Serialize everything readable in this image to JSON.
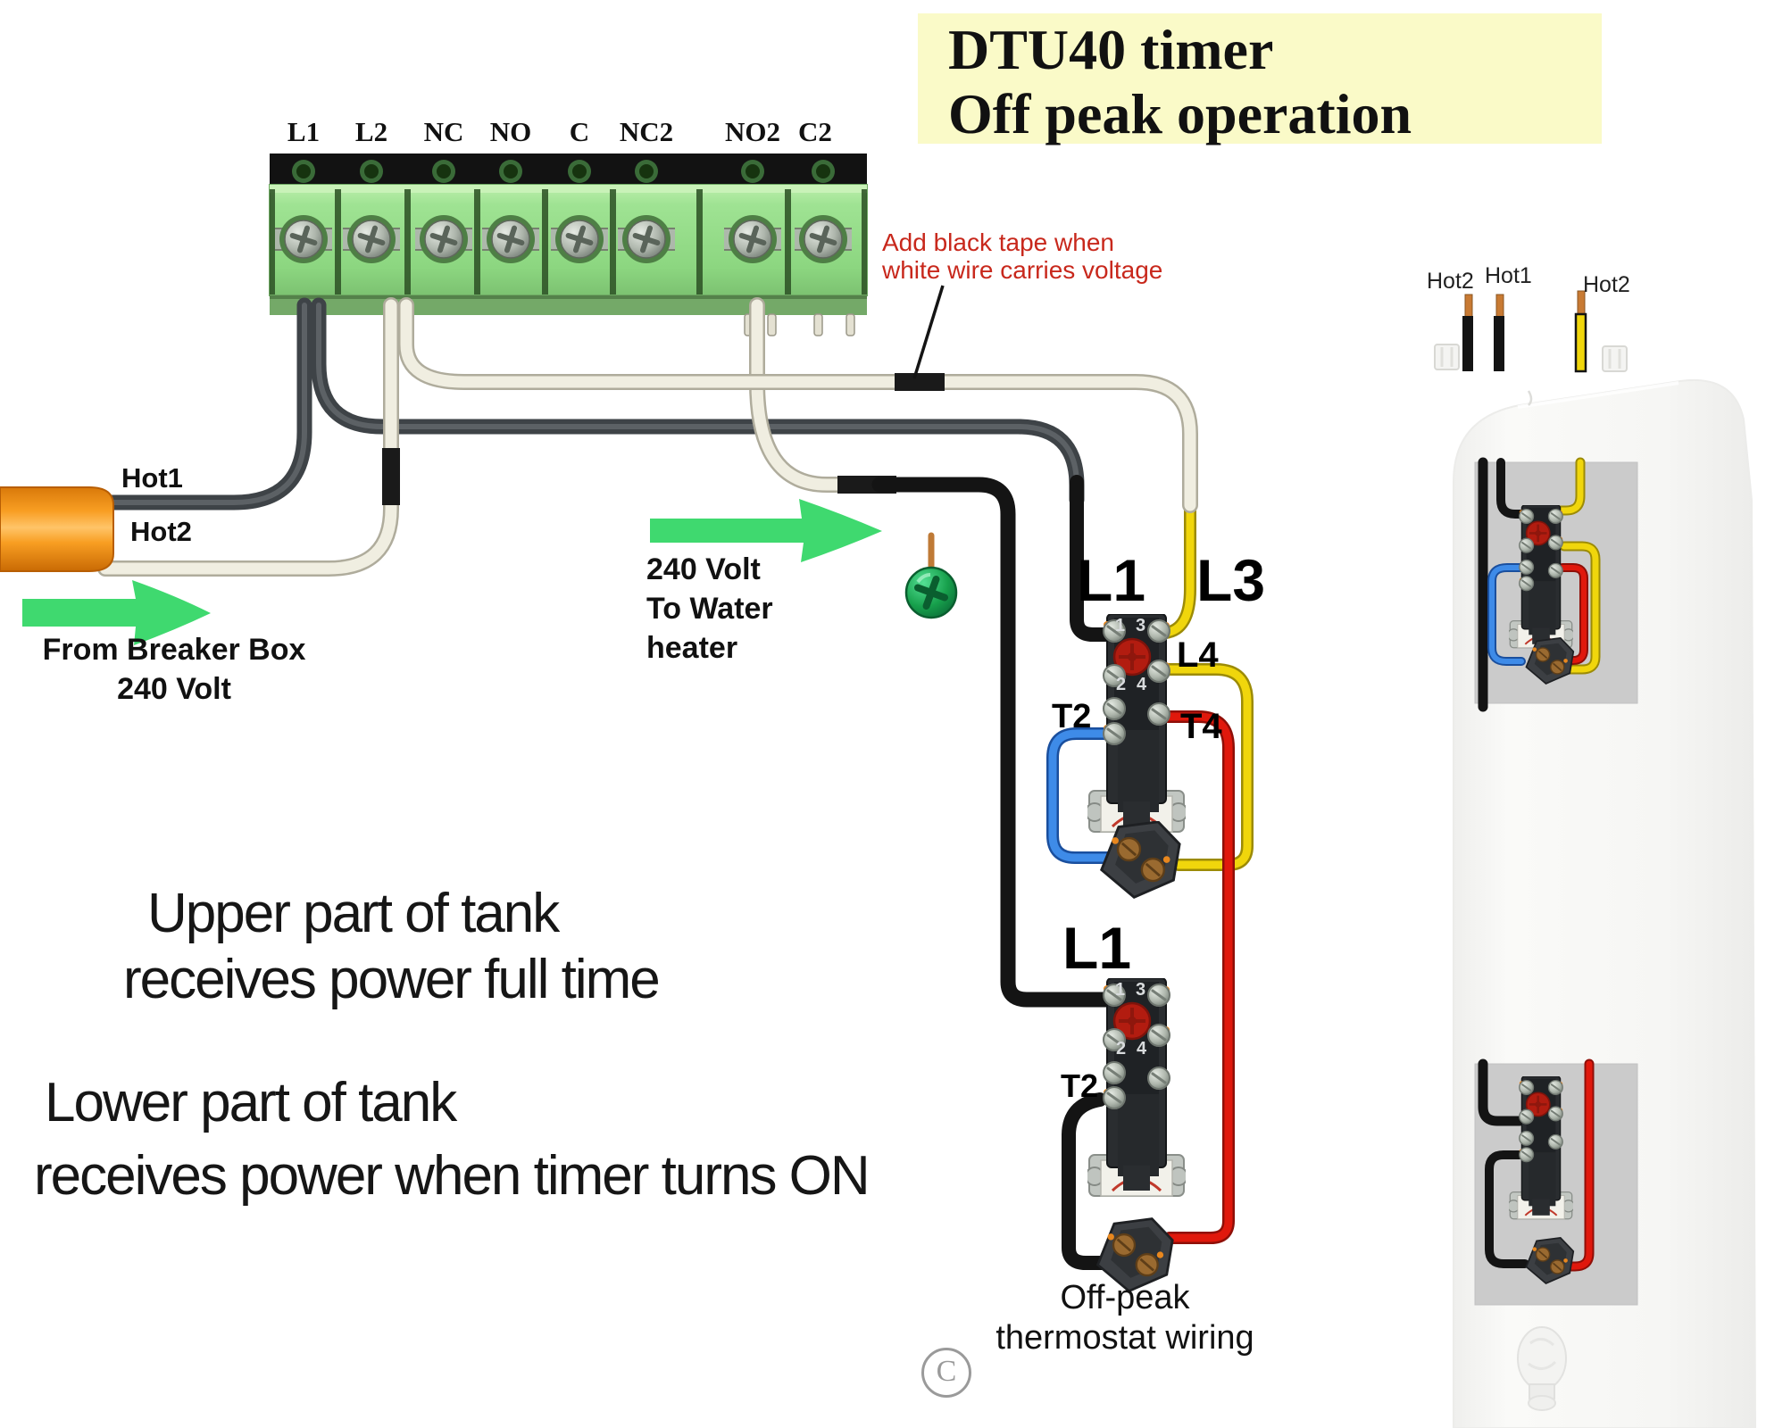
{
  "title": {
    "line1": "DTU40 timer",
    "line2": "Off peak operation"
  },
  "terminal_block": {
    "labels": [
      "L1",
      "L2",
      "NC",
      "NO",
      "C",
      "NC2",
      "NO2",
      "C2"
    ]
  },
  "thermostat_numbers": {
    "n1": "1",
    "n2": "2",
    "n3": "3",
    "n4": "4"
  },
  "notes": {
    "tape_line1": "Add black tape when",
    "tape_line2": "white wire carries voltage",
    "hot1": "Hot1",
    "hot2": "Hot2",
    "breaker_line1": "From Breaker Box",
    "breaker_line2": "240 Volt",
    "heater_line1": "240 Volt",
    "heater_line2": "To Water",
    "heater_line3": "heater",
    "upper_line1": "Upper part of tank",
    "upper_line2": "receives power full time",
    "lower_line1": "Lower part of tank",
    "lower_line2": "receives power when timer turns ON",
    "offpeak_line1": "Off-peak",
    "offpeak_line2": "thermostat wiring",
    "copyright": "C"
  },
  "wire_labels": {
    "upper_L1": "L1",
    "upper_L3": "L3",
    "upper_L4": "L4",
    "upper_T2": "T2",
    "upper_T4": "T4",
    "lower_L1": "L1",
    "lower_T2": "T2"
  },
  "tank_labels": {
    "left": "Hot2",
    "middle": "Hot1",
    "right": "Hot2"
  },
  "colors": {
    "title_bg": "#FAFAC8",
    "note_red": "#C8281C",
    "arrow_green": "#3FD96F",
    "cable_orange": "#F89E22",
    "terminal_green": "#9FE393",
    "wire_white": "#F0EEE1",
    "wire_gray": "#474B4F",
    "wire_yellow": "#F0D60C",
    "wire_red": "#E0180C",
    "wire_blue": "#3E8BE8"
  }
}
